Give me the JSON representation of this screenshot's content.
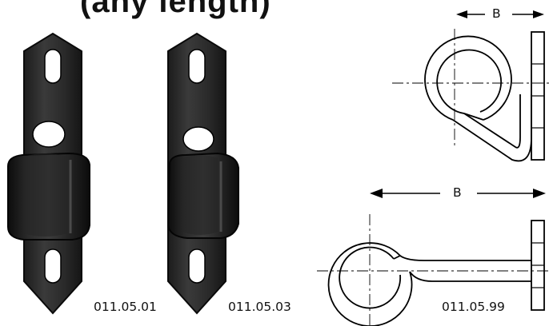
{
  "title_fragment": "(any length)",
  "products": [
    {
      "code": "011.05.01"
    },
    {
      "code": "011.05.03"
    },
    {
      "code": "011.05.99"
    }
  ],
  "drawings": {
    "top": {
      "dimension_label": "B"
    },
    "bottom": {
      "dimension_label": "B"
    }
  },
  "colors": {
    "bracket_fill": "#2e2e2e",
    "bracket_edge": "#0a0a0a",
    "line": "#000000"
  }
}
